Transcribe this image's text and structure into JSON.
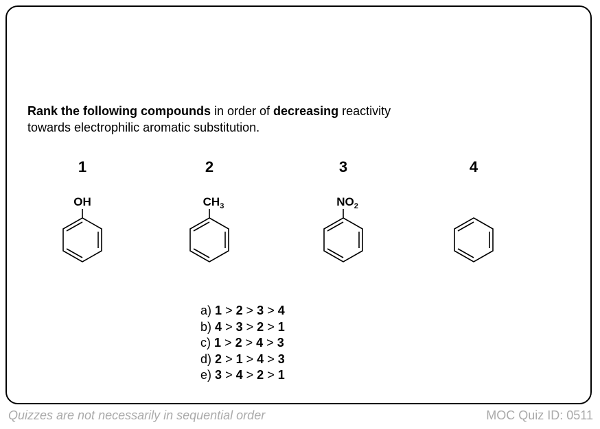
{
  "question": {
    "part1": "Rank the following compounds",
    "part2": " in order of ",
    "part3": "decreasing",
    "part4": " reactivity",
    "line2": "towards electrophilic aromatic substitution."
  },
  "compounds": [
    {
      "number": "1",
      "substituent_main": "OH",
      "substituent_sub": ""
    },
    {
      "number": "2",
      "substituent_main": "CH",
      "substituent_sub": "3"
    },
    {
      "number": "3",
      "substituent_main": "NO",
      "substituent_sub": "2"
    },
    {
      "number": "4",
      "substituent_main": "",
      "substituent_sub": ""
    }
  ],
  "choices": [
    {
      "letter": "a)",
      "order": [
        "1",
        "2",
        "3",
        "4"
      ]
    },
    {
      "letter": "b)",
      "order": [
        "4",
        "3",
        "2",
        "1"
      ]
    },
    {
      "letter": "c)",
      "order": [
        "1",
        "2",
        "4",
        "3"
      ]
    },
    {
      "letter": "d)",
      "order": [
        "2",
        "1",
        "4",
        "3"
      ]
    },
    {
      "letter": "e)",
      "order": [
        "3",
        "4",
        "2",
        "1"
      ]
    }
  ],
  "separator": ">",
  "footer": {
    "left": "Quizzes are not necessarily in sequential order",
    "right": "MOC Quiz ID: 0511"
  }
}
